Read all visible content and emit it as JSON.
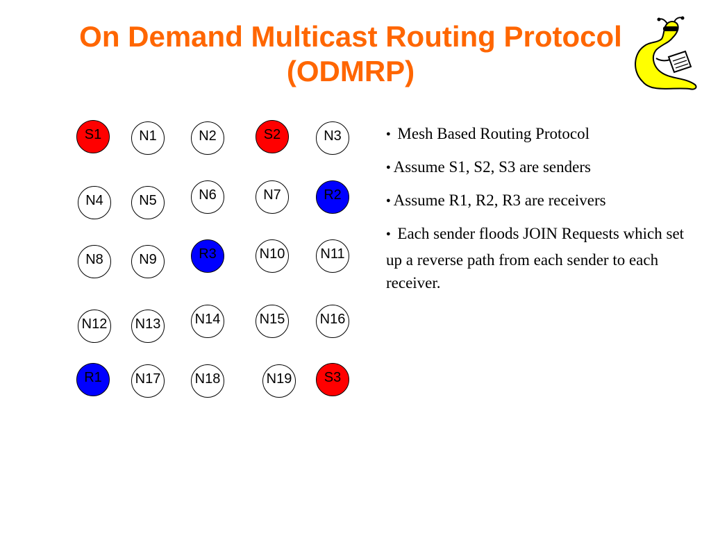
{
  "title": {
    "line1": "On Demand Multicast Routing Protocol",
    "line2": "(ODMRP)"
  },
  "logo": {
    "icon": "banana-slug-mascot-icon",
    "color": "#ffff00"
  },
  "colors": {
    "title": "#ff6600",
    "sender": "#ff0000",
    "receiver": "#0000ff",
    "node": "#ffffff"
  },
  "nodes": {
    "S1": "S1",
    "N1": "N1",
    "N2": "N2",
    "S2": "S2",
    "N3": "N3",
    "N4": "N4",
    "N5": "N5",
    "N6": "N6",
    "N7": "N7",
    "R2": "R2",
    "N8": "N8",
    "N9": "N9",
    "R3": "R3",
    "N10": "N10",
    "N11": "N11",
    "N12": "N12",
    "N13": "N13",
    "N14": "N14",
    "N15": "N15",
    "N16": "N16",
    "R1": "R1",
    "N17": "N17",
    "N18": "N18",
    "N19": "N19",
    "S3": "S3"
  },
  "bullets": [
    "Mesh Based Routing Protocol",
    "Assume S1, S2, S3 are senders",
    "Assume R1, R2, R3 are receivers",
    "Each sender floods JOIN Requests which set up a reverse path from each sender to each receiver."
  ],
  "bullet_symbol": "●"
}
